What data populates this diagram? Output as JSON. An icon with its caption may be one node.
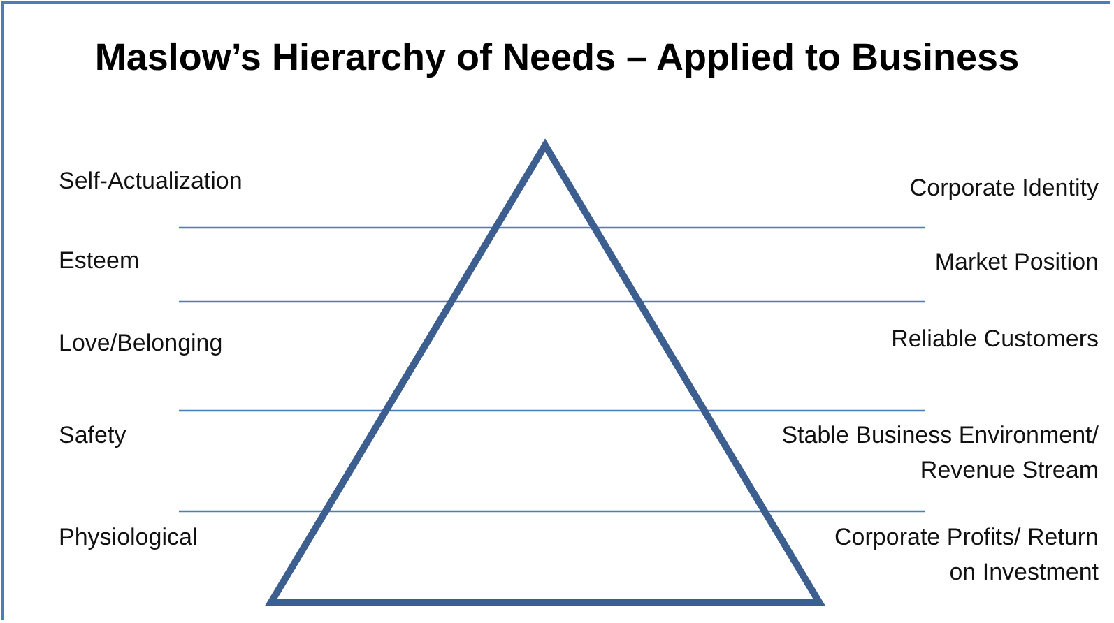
{
  "diagram": {
    "title": "Maslow’s Hierarchy of Needs – Applied to Business",
    "labels": [
      "Self-Actualization",
      "Corporate Identity",
      "Esteem",
      "Market Position",
      "Love/Belonging",
      "Reliable Customers",
      "Safety",
      "Stable Business Environment/ Revenue Stream",
      "Physiological",
      "Corporate Profits/ Return on Investment"
    ]
  }
}
